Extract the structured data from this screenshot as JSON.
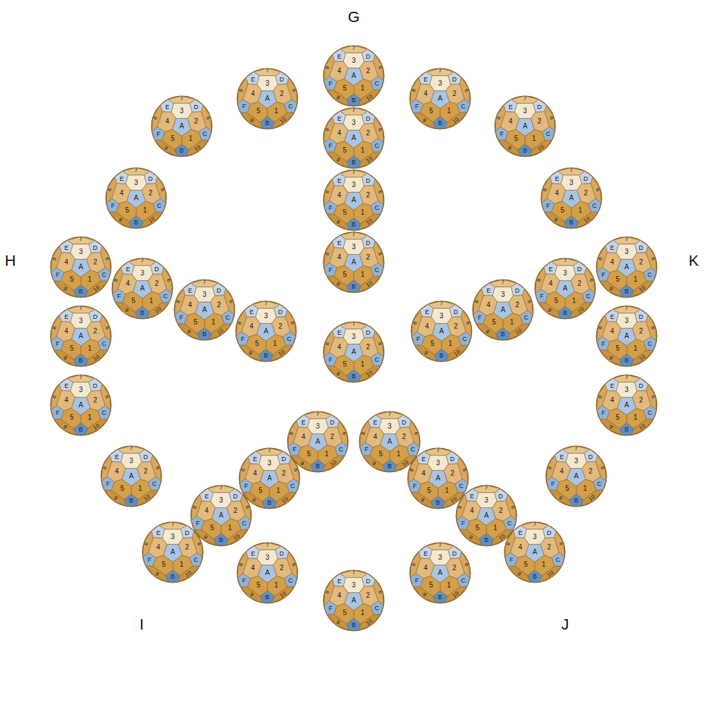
{
  "diagram": {
    "labels": [
      "G",
      "H",
      "K",
      "I",
      "J",
      "7",
      "E",
      "D",
      "3",
      "4",
      "A",
      "2",
      "8",
      "6",
      "F",
      "C",
      "5",
      "1",
      "9",
      "B",
      "10",
      "7",
      "E",
      "D",
      "3",
      "4",
      "A",
      "2",
      "8",
      "6",
      "F",
      "C",
      "5",
      "1",
      "9",
      "B",
      "10",
      "7",
      "E",
      "D",
      "3",
      "4",
      "A",
      "2",
      "8",
      "6",
      "F",
      "C",
      "5",
      "1",
      "9",
      "B",
      "10",
      "7",
      "E",
      "D",
      "3",
      "4",
      "A",
      "2",
      "8",
      "6",
      "F",
      "C",
      "5",
      "1",
      "9",
      "B",
      "10",
      "7",
      "E",
      "D",
      "3",
      "4",
      "A",
      "2",
      "8",
      "6",
      "F",
      "C",
      "5",
      "1",
      "9",
      "B",
      "10",
      "7",
      "E",
      "D",
      "3",
      "4",
      "A",
      "2",
      "8",
      "6",
      "F",
      "C",
      "5",
      "1",
      "9",
      "B",
      "10",
      "7",
      "E",
      "D",
      "3",
      "4",
      "A",
      "2",
      "8",
      "6",
      "F",
      "C",
      "5",
      "1",
      "9",
      "B",
      "10",
      "7",
      "E",
      "D",
      "3",
      "4",
      "A",
      "2",
      "8",
      "6",
      "F",
      "C",
      "5",
      "1",
      "9",
      "B",
      "10",
      "7",
      "E",
      "D",
      "3",
      "4",
      "A",
      "2",
      "8",
      "6",
      "F",
      "C",
      "5",
      "1",
      "9",
      "B",
      "10",
      "7",
      "E",
      "D",
      "3",
      "4",
      "A",
      "2",
      "8",
      "6",
      "F",
      "C",
      "5",
      "1",
      "9",
      "B",
      "10",
      "7",
      "E",
      "D",
      "3",
      "4",
      "A",
      "2",
      "8",
      "6",
      "F",
      "C",
      "5",
      "1",
      "9",
      "B",
      "10",
      "7",
      "E",
      "D",
      "3",
      "4",
      "A",
      "2",
      "8",
      "6",
      "F",
      "C",
      "5",
      "1",
      "9",
      "B",
      "10",
      "7",
      "E",
      "D",
      "3",
      "4",
      "A",
      "2",
      "8",
      "6",
      "F",
      "C",
      "5",
      "1",
      "9",
      "B",
      "10",
      "7",
      "E",
      "D",
      "3",
      "4",
      "A",
      "2",
      "8",
      "6",
      "F",
      "C",
      "5",
      "1",
      "9",
      "B",
      "10",
      "7",
      "E",
      "D",
      "3",
      "4",
      "A",
      "2",
      "8",
      "6",
      "F",
      "C",
      "5",
      "1",
      "9",
      "B",
      "10",
      "7",
      "E",
      "D",
      "3",
      "4",
      "A",
      "2",
      "8",
      "6",
      "F",
      "C",
      "5",
      "1",
      "9",
      "B",
      "10",
      "7",
      "E",
      "D",
      "3",
      "4",
      "A",
      "2",
      "8",
      "6",
      "F",
      "C",
      "5",
      "1",
      "9",
      "B",
      "10",
      "7",
      "E",
      "D",
      "3",
      "4",
      "A",
      "2",
      "8",
      "6",
      "F",
      "C",
      "5",
      "1",
      "9",
      "B",
      "10",
      "7",
      "E",
      "D",
      "3",
      "4",
      "A",
      "2",
      "8",
      "6",
      "F",
      "C",
      "5",
      "1",
      "9",
      "B",
      "10",
      "7",
      "E",
      "D",
      "3",
      "4",
      "A",
      "2",
      "8",
      "6",
      "F",
      "C",
      "5",
      "1",
      "9",
      "B",
      "10",
      "7",
      "E",
      "D",
      "3",
      "4",
      "A",
      "2",
      "8",
      "6",
      "F",
      "C",
      "5",
      "1",
      "9",
      "B",
      "10",
      "7",
      "E",
      "D",
      "3",
      "4",
      "A",
      "2",
      "8",
      "6",
      "F",
      "C",
      "5",
      "1",
      "9",
      "B",
      "10",
      "7",
      "E",
      "D",
      "3",
      "4",
      "A",
      "2",
      "8",
      "6",
      "F",
      "C",
      "5",
      "1",
      "9",
      "B",
      "10",
      "7",
      "E",
      "D",
      "3",
      "4",
      "A",
      "2",
      "8",
      "6",
      "F",
      "C",
      "5",
      "1",
      "9",
      "B",
      "10",
      "7",
      "E",
      "D",
      "3",
      "4",
      "A",
      "2",
      "8",
      "6",
      "F",
      "C",
      "5",
      "1",
      "9",
      "B",
      "10",
      "7",
      "E",
      "D",
      "3",
      "4",
      "A",
      "2",
      "8",
      "6",
      "F",
      "C",
      "5",
      "1",
      "9",
      "B",
      "10",
      "7",
      "E",
      "D",
      "3",
      "4",
      "A",
      "2",
      "8",
      "6",
      "F",
      "C",
      "5",
      "1",
      "9",
      "B",
      "10",
      "7",
      "E",
      "D",
      "3",
      "4",
      "A",
      "2",
      "8",
      "6",
      "F",
      "C",
      "5",
      "1",
      "9",
      "B",
      "10",
      "7",
      "E",
      "D",
      "3",
      "4",
      "A",
      "2",
      "8",
      "6",
      "F",
      "C",
      "5",
      "1",
      "9",
      "B",
      "10",
      "7",
      "E",
      "D",
      "3",
      "4",
      "A",
      "2",
      "8",
      "6",
      "F",
      "C",
      "5",
      "1",
      "9",
      "B",
      "10",
      "7",
      "E",
      "D",
      "3",
      "4",
      "A",
      "2",
      "8",
      "6",
      "F",
      "C",
      "5",
      "1",
      "9",
      "B",
      "10",
      "7",
      "E",
      "D",
      "3",
      "4",
      "A",
      "2",
      "8",
      "6",
      "F",
      "C",
      "5",
      "1",
      "9",
      "B",
      "10",
      "7",
      "E",
      "D",
      "3",
      "4",
      "A",
      "2",
      "8",
      "6",
      "F",
      "C",
      "5",
      "1",
      "9",
      "B",
      "10",
      "7",
      "E",
      "D",
      "3",
      "4",
      "A",
      "2",
      "8",
      "6",
      "F",
      "C",
      "5",
      "1",
      "9",
      "B",
      "10",
      "7",
      "E",
      "D",
      "3",
      "4",
      "A",
      "2",
      "8",
      "6",
      "F",
      "C",
      "5",
      "1",
      "9",
      "B",
      "10",
      "7",
      "E",
      "D",
      "3",
      "4",
      "A",
      "2",
      "8",
      "6",
      "F",
      "C",
      "5",
      "1",
      "9",
      "B",
      "10"
    ]
  }
}
